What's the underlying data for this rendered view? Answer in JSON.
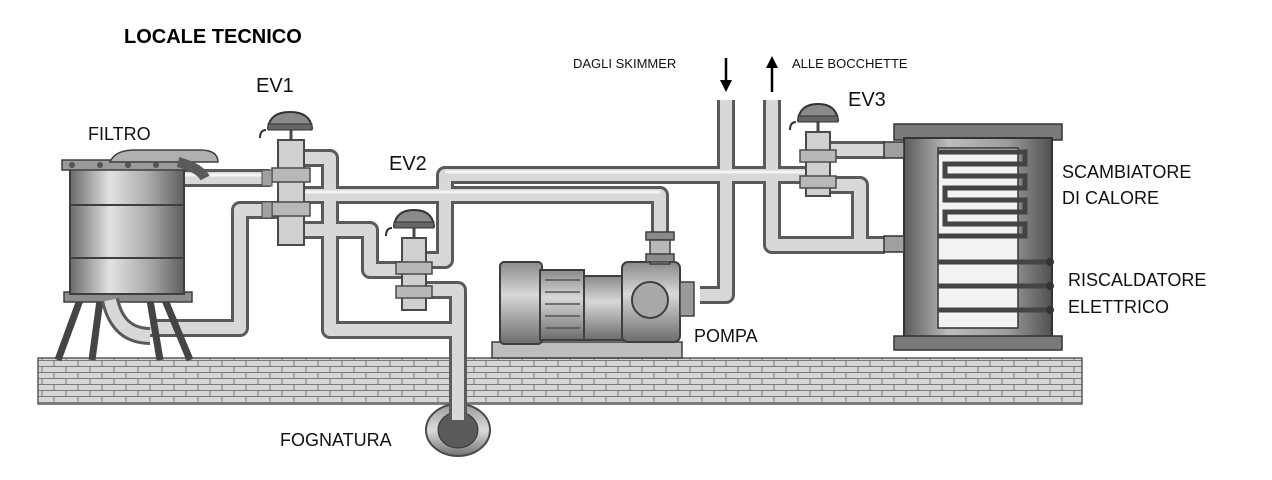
{
  "title": "LOCALE TECNICO",
  "labels": {
    "ev1": "EV1",
    "ev2": "EV2",
    "ev3": "EV3",
    "filtro": "FILTRO",
    "dagli_skimmer": "DAGLI SKIMMER",
    "alle_bocchette": "ALLE BOCCHETTE",
    "scambiatore_1": "SCAMBIATORE",
    "scambiatore_2": "DI CALORE",
    "riscaldatore_1": "RISCALDATORE",
    "riscaldatore_2": "ELETTRICO",
    "pompa": "POMPA",
    "fognatura": "FOGNATURA"
  },
  "colors": {
    "pipe_fill": "#d4d4d4",
    "pipe_edge": "#5a5a5a",
    "metal_dark": "#6e6e6e",
    "brick": "#cfcfcf"
  }
}
